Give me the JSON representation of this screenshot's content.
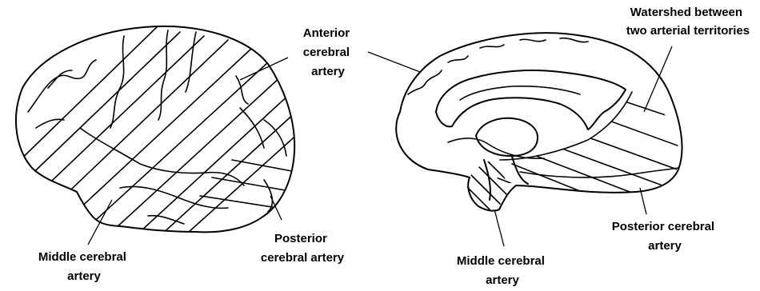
{
  "figure": {
    "lateral_view": {
      "labels": {
        "anterior": [
          "Anterior",
          "cerebral",
          "artery"
        ],
        "middle": [
          "Middle cerebral",
          "artery"
        ],
        "posterior": [
          "Posterior",
          "cerebral artery"
        ]
      }
    },
    "medial_view": {
      "labels": {
        "watershed": [
          "Watershed between",
          "two arterial territories"
        ],
        "middle": [
          "Middle cerebral",
          "artery"
        ],
        "posterior": [
          "Posterior cerebral",
          "artery"
        ]
      }
    }
  }
}
